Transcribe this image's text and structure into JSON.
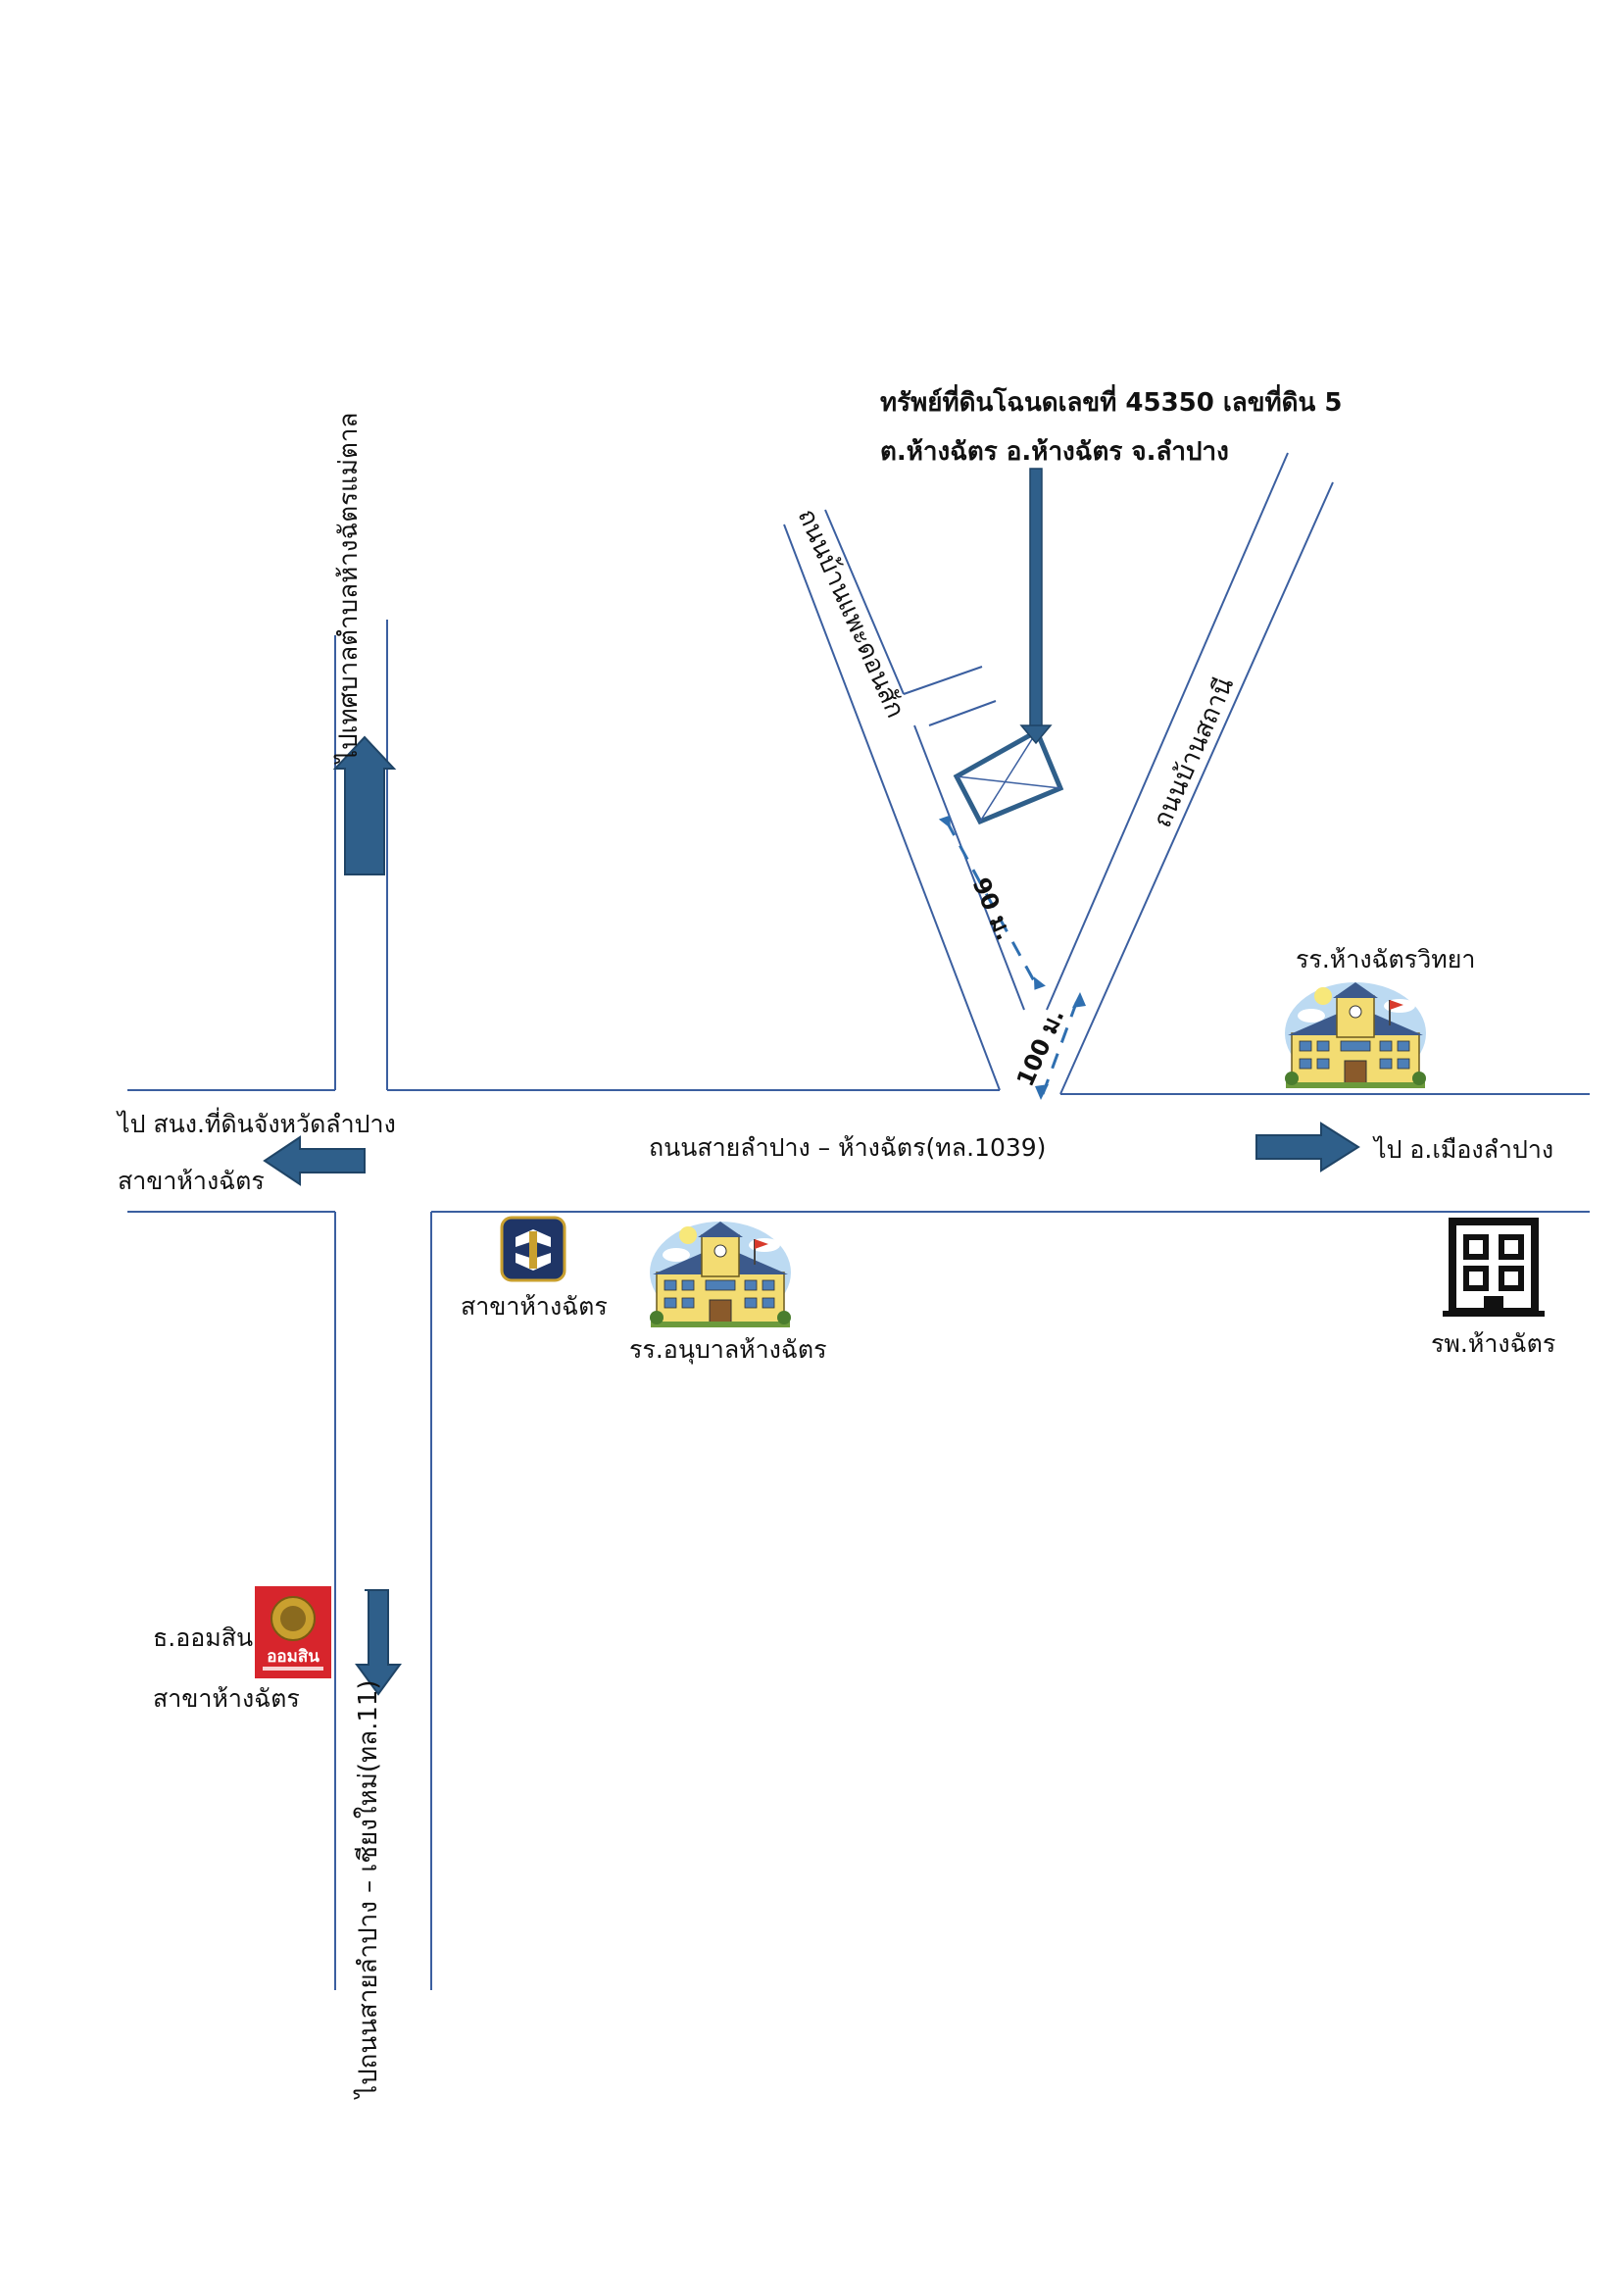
{
  "title": {
    "line1": "ทรัพย์ที่ดินโฉนดเลขที่  45350  เลขที่ดิน  5",
    "line2": "ต.ห้างฉัตร  อ.ห้างฉัตร  จ.ลำปาง"
  },
  "roads": {
    "main": "ถนนสายลำปาง – ห้างฉัตร(ทล.1039)",
    "north": "ไปเทศบาลตำบลห้างฉัตรแม่ตาล",
    "south": "ไปถนนสายลำปาง – เชียงใหม่(ทล.11)",
    "phrae_dok_sak": "ถนนบ้านแพะดอนสัก",
    "sathani": "ถนนบ้านสถานี"
  },
  "directions": {
    "west_line1": "ไป สนง.ที่ดินจังหวัดลำปาง",
    "west_line2": "สาขาห้างฉัตร",
    "east": "ไป อ.เมืองลำปาง"
  },
  "distances": {
    "to_parcel": "90 ม.",
    "to_junction": "100 ม."
  },
  "landmarks": {
    "school_vitthaya": "รร.ห้างฉัตรวิทยา",
    "baac_branch": "สาขาห้างฉัตร",
    "kindergarten": "รร.อนุบาลห้างฉัตร",
    "hospital": "รพ.ห้างฉัตร",
    "gsb_name": "ธ.ออมสิน",
    "gsb_branch": "สาขาห้างฉัตร",
    "gsb_logo_text": "ออมสิน"
  },
  "icons": [
    "north-arrow-icon",
    "south-arrow-icon",
    "west-arrow-icon",
    "east-arrow-icon",
    "pointer-arrow-icon",
    "school-icon",
    "bank-baac-icon",
    "hospital-building-icon",
    "gsb-logo-icon",
    "land-parcel-icon"
  ],
  "colors": {
    "road_line": "#3b5fa0",
    "arrow_fill": "#2f5f8a",
    "arrow_stroke": "#1f4466",
    "school_wall": "#f3dc72",
    "school_roof": "#3c5a8c",
    "sky": "#bcdaf2",
    "gsb_red": "#d7252c"
  }
}
